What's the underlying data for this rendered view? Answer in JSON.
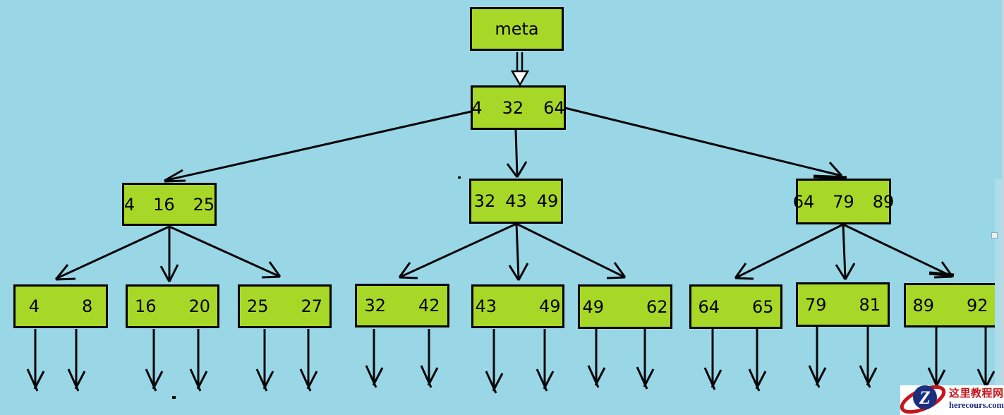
{
  "colors": {
    "background": "#9ad7e6",
    "node_fill": "#a8d827",
    "node_border": "#000000",
    "arrow": "#050508",
    "watermark_red": "#c4161c",
    "watermark_navy": "#1c2e7e"
  },
  "tree": {
    "meta": {
      "label": "meta"
    },
    "root": {
      "keys": [
        "4",
        "32",
        "64"
      ]
    },
    "internal_nodes": [
      {
        "keys": [
          "4",
          "16",
          "25"
        ]
      },
      {
        "keys": [
          "32",
          "43",
          "49"
        ]
      },
      {
        "keys": [
          "64",
          "79",
          "89"
        ]
      }
    ],
    "leaf_nodes": [
      {
        "keys": [
          "4",
          "8"
        ]
      },
      {
        "keys": [
          "16",
          "20"
        ]
      },
      {
        "keys": [
          "25",
          "27"
        ]
      },
      {
        "keys": [
          "32",
          "42"
        ]
      },
      {
        "keys": [
          "43",
          "49"
        ]
      },
      {
        "keys": [
          "49",
          "62"
        ]
      },
      {
        "keys": [
          "64",
          "65"
        ]
      },
      {
        "keys": [
          "79",
          "81"
        ]
      },
      {
        "keys": [
          "89",
          "92"
        ]
      }
    ]
  },
  "watermark": {
    "logo_letter": "Z",
    "site_name": "这里教程网",
    "site_url": "herecours.com"
  }
}
